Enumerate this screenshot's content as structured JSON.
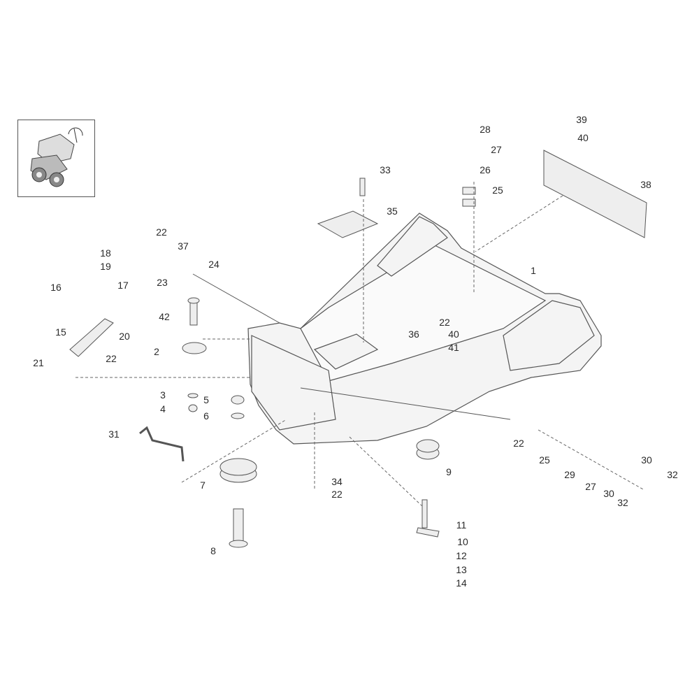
{
  "diagram": {
    "type": "exploded-parts-view",
    "callouts": [
      "1",
      "2",
      "3",
      "4",
      "5",
      "6",
      "7",
      "8",
      "9",
      "10",
      "11",
      "12",
      "13",
      "14",
      "15",
      "16",
      "17",
      "18",
      "19",
      "20",
      "21",
      "22",
      "22",
      "22",
      "22",
      "22",
      "23",
      "24",
      "25",
      "25",
      "26",
      "27",
      "27",
      "28",
      "29",
      "30",
      "30",
      "31",
      "32",
      "32",
      "33",
      "34",
      "35",
      "36",
      "37",
      "38",
      "39",
      "40",
      "40",
      "41",
      "42"
    ]
  },
  "colors": {
    "line": "#555555",
    "fill": "#f2f2f2",
    "text": "#2a2a2a"
  }
}
